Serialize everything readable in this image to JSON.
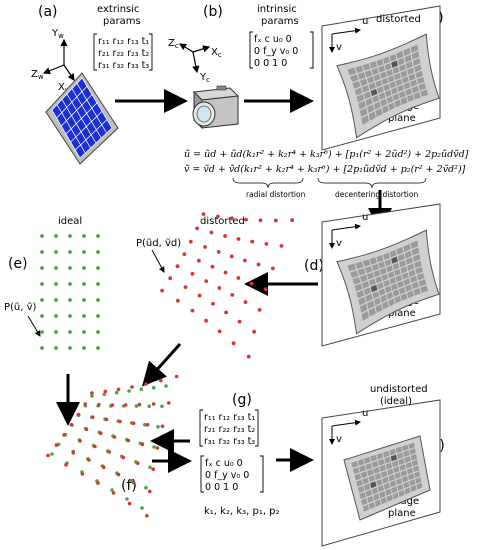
{
  "panels": {
    "a": "(a)",
    "b": "(b)",
    "c": "(c)",
    "d": "(d)",
    "e": "(e)",
    "f": "(f)",
    "g": "(g)",
    "h": "(h)"
  },
  "captions": {
    "extrinsic_1": "extrinsic",
    "extrinsic_2": "params",
    "intrinsic_1": "intrinsic",
    "intrinsic_2": "params",
    "distorted_top": "distorted",
    "image_plane": "image",
    "image_plane_2": "plane",
    "ideal": "ideal",
    "distorted_mid": "distorted",
    "undistorted_1": "undistorted",
    "undistorted_2": "(ideal)",
    "radial": "radial distortion",
    "decentering": "decentering distortion"
  },
  "axes": {
    "world_y": "Y",
    "world_z": "Z",
    "world_x": "X",
    "world_sub": "w",
    "cam_z": "Z",
    "cam_x": "X",
    "cam_y": "Y",
    "cam_sub": "c",
    "u": "u",
    "v": "v"
  },
  "extrinsic_matrix": [
    "r₁₁ r₁₂ r₁₃ t₁",
    "r₂₁ r₂₂ r₂₃ t₂",
    "r₃₁ r₃₂ r₃₃ t₃"
  ],
  "intrinsic_matrix": [
    "fₓ  c  u₀  0",
    "0  f_y  v₀  0",
    "0   0   1   0"
  ],
  "equations": {
    "u_line": "ũ = ũd + ũd(k₁r² + k₂r⁴ + k₃r⁶) + [p₁(r² + 2ũd²) + 2p₂ũdṽd]",
    "v_line": "ṽ = ṽd + ṽd(k₁r² + k₂r⁴ + k₃r⁶) + [2p₁ũdṽd + p₂(r² + 2ṽd²)]"
  },
  "point_labels": {
    "distorted": "P(ũd, ṽd)",
    "ideal": "P(ũ, ṽ)"
  },
  "distortion_params": "k₁, k₂, k₃, p₁, p₂",
  "colors": {
    "checker": "#1a2fd6",
    "ideal_dots": "#4aa64a",
    "distorted_dots": "#e03030",
    "arrow": "#000000"
  }
}
